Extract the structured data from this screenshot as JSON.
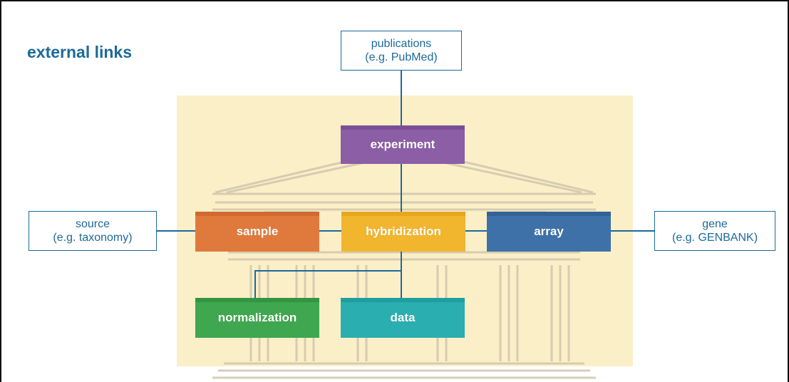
{
  "title": "external links",
  "external_links": {
    "publications": {
      "line1": "publications",
      "line2": "(e.g. PubMed)"
    },
    "source": {
      "line1": "source",
      "line2": "(e.g. taxonomy)"
    },
    "gene": {
      "line1": "gene",
      "line2": "(e.g. GENBANK)"
    }
  },
  "nodes": {
    "experiment": "experiment",
    "sample": "sample",
    "hybridization": "hybridization",
    "array": "array",
    "normalization": "normalization",
    "data": "data"
  },
  "colors": {
    "link_blue": "#1c6a9a",
    "panel": "#fbefc8",
    "experiment": "#8c5ea6",
    "sample": "#e07a3c",
    "hybridization": "#f1b52e",
    "array": "#3e71a8",
    "normalization": "#3fa74f",
    "data": "#2aaeb0"
  }
}
